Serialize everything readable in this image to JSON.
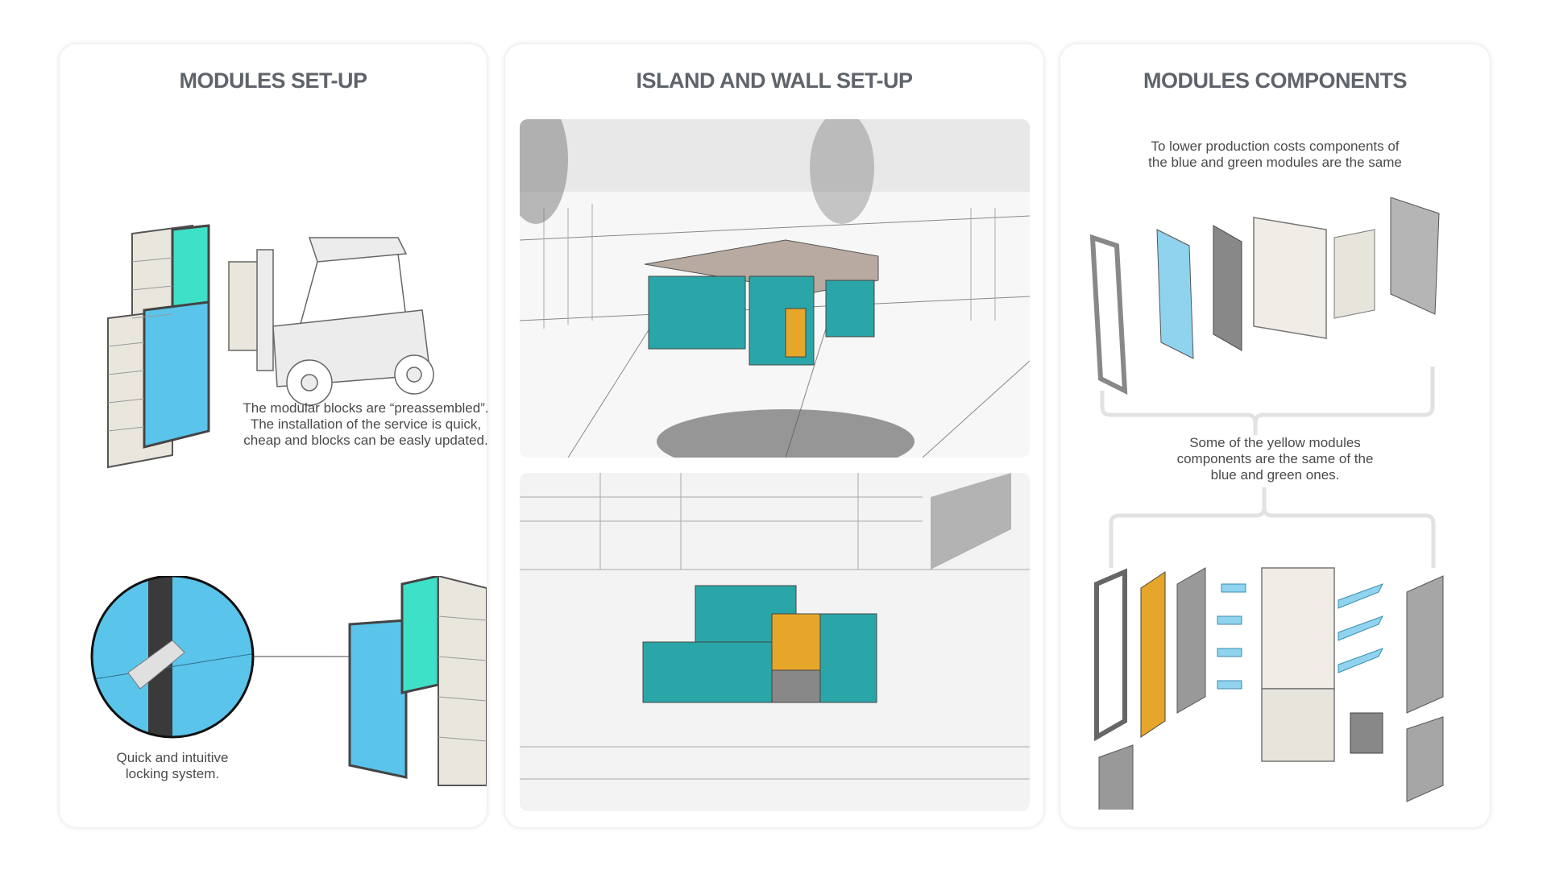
{
  "panels": {
    "setup": {
      "title": "MODULES SET-UP",
      "caption_blocks": "The modular blocks are “preassembled”. The installation of the service is quick, cheap and blocks can be easly updated.",
      "caption_blocks_lines": [
        "The modular blocks are “preassembled”.",
        "The installation of the service is quick,",
        "cheap and blocks can be easly updated."
      ],
      "caption_lock_lines": [
        "Quick and intuitive",
        "locking system."
      ]
    },
    "island": {
      "title": "ISLAND AND WALL SET-UP"
    },
    "components": {
      "title": "MODULES COMPONENTS",
      "caption_top_lines": [
        "To lower production costs components of",
        "the blue and green modules are the same"
      ],
      "caption_bottom_lines": [
        "Some of the yellow modules",
        "components are the same of the",
        "blue and green ones."
      ]
    }
  },
  "colors": {
    "title": "#5f646b",
    "blue_module": "#5bc4ea",
    "green_module": "#3fe0c8",
    "teal_module": "#2aa6a8",
    "yellow_module": "#e6a62a",
    "frame": "#e9e6de"
  }
}
